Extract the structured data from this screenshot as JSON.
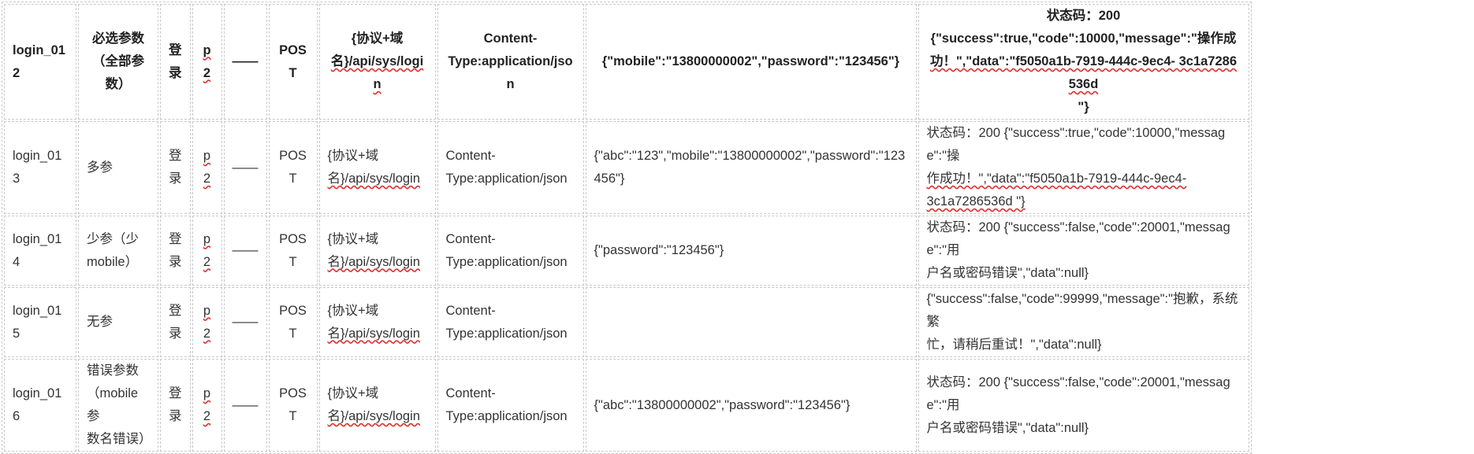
{
  "rows": [
    {
      "id": "login_012",
      "desc_lines": [
        "必选参数",
        "（全部参",
        "数）"
      ],
      "module_lines": [
        "登",
        "录"
      ],
      "priority": "p2",
      "dash": "——",
      "method": "POST",
      "url_lines": [
        "{协议+域",
        "名}/api/sys/login"
      ],
      "header_lines": [
        "Content-",
        "Type:application/json"
      ],
      "body": "{\"mobile\":\"13800000002\",\"password\":\"123456\"}",
      "expected_lines": [
        "状态码：200",
        "{\"success\":true,\"code\":10000,\"message\":\"操作成",
        "功！\",\"data\":\"f5050a1b-7919-444c-9ec4- 3c1a7286536d",
        "\"}"
      ]
    },
    {
      "id": "login_013",
      "desc_lines": [
        "多参"
      ],
      "module_lines": [
        "登",
        "录"
      ],
      "priority": "p2",
      "dash": "——",
      "method": "POST",
      "url_lines": [
        "{协议+域",
        "名}/api/sys/login"
      ],
      "header_lines": [
        "Content-",
        "Type:application/json"
      ],
      "body": "{\"abc\":\"123\",\"mobile\":\"13800000002\",\"password\":\"123456\"}",
      "expected_lines": [
        "状态码：200 {\"success\":true,\"code\":10000,\"message\":\"操",
        "作成功！\",\"data\":\"f5050a1b-7919-444c-9ec4-",
        "3c1a7286536d \"}"
      ]
    },
    {
      "id": "login_014",
      "desc_lines": [
        "少参（少",
        "mobile）"
      ],
      "module_lines": [
        "登",
        "录"
      ],
      "priority": "p2",
      "dash": "——",
      "method": "POST",
      "url_lines": [
        "{协议+域",
        "名}/api/sys/login"
      ],
      "header_lines": [
        "Content-",
        "Type:application/json"
      ],
      "body": "{\"password\":\"123456\"}",
      "expected_lines": [
        "状态码：200 {\"success\":false,\"code\":20001,\"message\":\"用",
        "户名或密码错误\",\"data\":null}"
      ]
    },
    {
      "id": "login_015",
      "desc_lines": [
        "无参"
      ],
      "module_lines": [
        "登",
        "录"
      ],
      "priority": "p2",
      "dash": "——",
      "method": "POST",
      "url_lines": [
        "{协议+域",
        "名}/api/sys/login"
      ],
      "header_lines": [
        "Content-",
        "Type:application/json"
      ],
      "body": "",
      "expected_lines": [
        "{\"success\":false,\"code\":99999,\"message\":\"抱歉，系统繁",
        "忙，请稍后重试！\",\"data\":null}"
      ]
    },
    {
      "id": "login_016",
      "desc_lines": [
        "错误参数",
        "（mobile参",
        "数名错误）"
      ],
      "module_lines": [
        "登",
        "录"
      ],
      "priority": "p2",
      "dash": "——",
      "method": "POST",
      "url_lines": [
        "{协议+域",
        "名}/api/sys/login"
      ],
      "header_lines": [
        "Content-",
        "Type:application/json"
      ],
      "body": "{\"abc\":\"13800000002\",\"password\":\"123456\"}",
      "expected_lines": [
        "状态码：200 {\"success\":false,\"code\":20001,\"message\":\"用",
        "户名或密码错误\",\"data\":null}"
      ]
    }
  ]
}
